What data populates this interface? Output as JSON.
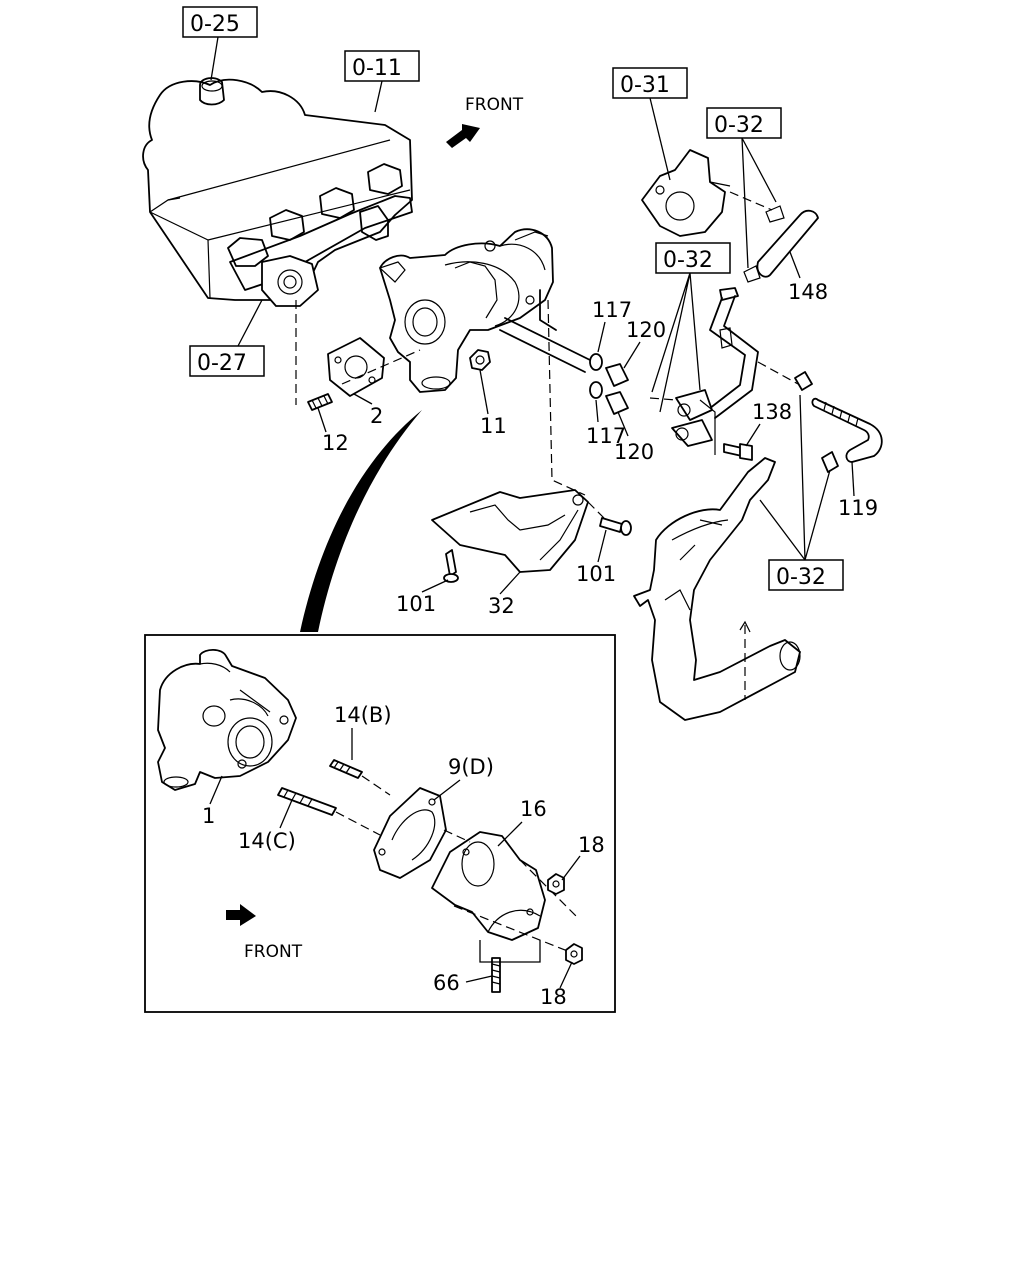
{
  "diagram": {
    "front_label_main": "FRONT",
    "front_label_inset": "FRONT",
    "refs": {
      "r025": "0-25",
      "r011": "0-11",
      "r027": "0-27",
      "r031": "0-31",
      "r032a": "0-32",
      "r032b": "0-32",
      "r032c": "0-32"
    },
    "parts": {
      "p117a": "117",
      "p117b": "117",
      "p120a": "120",
      "p120b": "120",
      "p148": "148",
      "p138": "138",
      "p119": "119",
      "p12": "12",
      "p2": "2",
      "p11": "11",
      "p101a": "101",
      "p101b": "101",
      "p32": "32",
      "p14b": "14(B)",
      "p9d": "9(D)",
      "p16": "16",
      "p18a": "18",
      "p18b": "18",
      "p1": "1",
      "p14c": "14(C)",
      "p66": "66"
    }
  }
}
